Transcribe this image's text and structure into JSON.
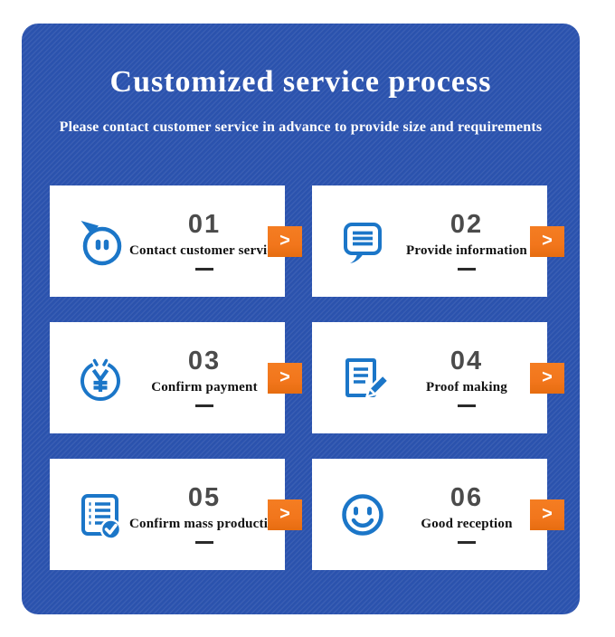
{
  "header": {
    "title": "Customized service process",
    "subtitle": "Please contact customer service in advance to provide size and requirements"
  },
  "steps": [
    {
      "number": "01",
      "label": "Contact customer service",
      "icon": "wangwang-chat-icon"
    },
    {
      "number": "02",
      "label": "Provide information",
      "icon": "message-bubble-icon"
    },
    {
      "number": "03",
      "label": "Confirm payment",
      "icon": "yuan-coin-icon"
    },
    {
      "number": "04",
      "label": "Proof making",
      "icon": "document-pencil-icon"
    },
    {
      "number": "05",
      "label": "Confirm mass production",
      "icon": "checklist-check-icon"
    },
    {
      "number": "06",
      "label": "Good reception",
      "icon": "smiley-face-icon"
    }
  ],
  "ui": {
    "arrow_glyph": ">",
    "colors": {
      "panel_blue": "#2b53af",
      "accent_orange": "#f2761c",
      "icon_blue": "#1b76c8",
      "number_gray": "#4b4b4b",
      "text_black": "#111111",
      "dash_dark": "#2a2a2a"
    }
  }
}
